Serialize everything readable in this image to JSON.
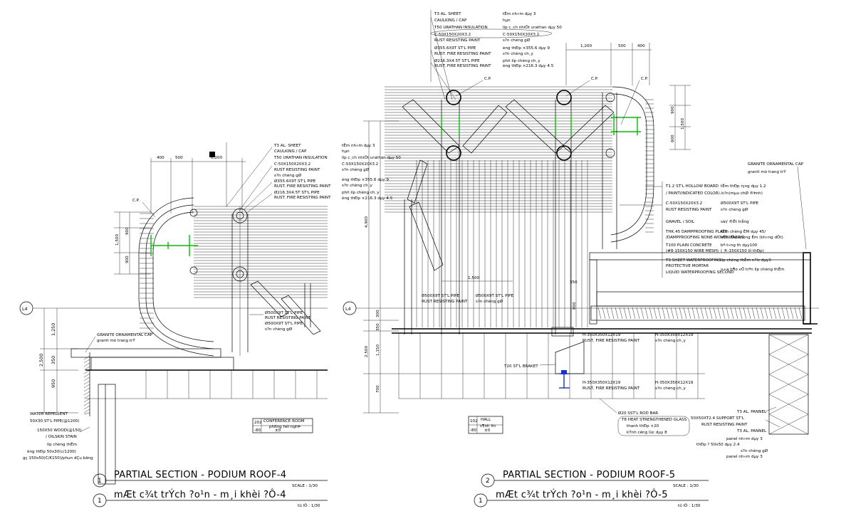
{
  "colors": {
    "line": "#000000",
    "accent_green": "#00c000",
    "accent_blue": "#1a33cc",
    "background": "#ffffff"
  },
  "left": {
    "top_dims": [
      "400",
      "500",
      "1,200"
    ],
    "left_dims": [
      "900",
      "1,500",
      "900"
    ],
    "vert_dims": [
      "1,250",
      "2,500",
      "350",
      "950"
    ],
    "grid_tag": "L4",
    "callout_labels": [
      "C.P."
    ],
    "notes_right": [
      "T3 AL. SHEET",
      "CAULKING / CAP",
      "T50 URATHAN INSULATION",
      "C-50X150X20X3.2",
      "RUST RESISTING PAINT",
      "s?n chèng gØ",
      "Ø355.6X9T ST'L PIPE",
      "RUST. FIRE RESISTING PAINT",
      "Ø216.3X4.5T ST'L PIPE",
      "RUST. FIRE RESISTING PAINT"
    ],
    "pipe_notes": [
      "Ø500X9T ST'L PIPE",
      "RUST RESISTING PAINT",
      "Ø500X9T ST'L PIPE",
      "s?n chèng gØ"
    ],
    "granite_notes": [
      "GRANITE ORNAMENTAL CAP",
      "granit mò trang trÝ"
    ],
    "bottom_notes": [
      "WATER REPELLENT",
      "50X30 ST'L PIPE(@1200)",
      "150X50 WOOD(@150)",
      "/ OILSKIN STAIN",
      "líp chèng thÊm",
      "èng thÐp 50x30(c/1200)",
      "gç 150x50(C/K150)/phun dÇu bãng"
    ],
    "room_tag": {
      "no": "202",
      "name": "CONFERENCE ROOM",
      "vn": "phßng héi nghÞ",
      "level": "-80",
      "val": "±0"
    }
  },
  "right": {
    "top_dims": [
      "1,200",
      "500",
      "400"
    ],
    "right_dims": [
      "900",
      "1,500",
      "600"
    ],
    "vert_dims": [
      "4,900",
      "350",
      "300",
      "2,500",
      "1,150",
      "700",
      "800",
      "350",
      "1,500"
    ],
    "grid_tag": "L4",
    "callout_labels": [
      "C.P.",
      "C.P.",
      "C.P."
    ],
    "top_notes": [
      "T3 AL. SHEET",
      "CAULKING / CAP",
      "T50 URATHAN INSULATION",
      "C-50X150X20X3.2",
      "RUST RESISTING PAINT",
      "Ø355.6X9T ST'L PIPE",
      "RUST. FIRE RESISTING PAINT",
      "Ø216.3X4.5T ST'L PIPE",
      "RUST. FIRE RESISTING PAINT"
    ],
    "top_notes_vn": [
      "tÊm nh«m dµy 3",
      "hµn",
      "líp c¸ch nhiÖt urathan dµy 50",
      "C-50X150X20X3.2",
      "s?n chèng gØ",
      "èng thÐp ×355.6 dµy 9",
      "s?n chèng ch¸y",
      "phñ líp chèng ch¸y",
      "èng thÐp ×216.3 dµy 4.5"
    ],
    "middle_notes_vn": [
      "tÊm nh«m dµy 3",
      "hµn",
      "líp c¸ch nhiÖt urathan dµy 50",
      "C-50X150X20X3.2",
      "s?n chèng gØ",
      "èng thÐp ×355.6 dµy 9",
      "s?n chèng ch¸y",
      "phñ líp chèng ch¸y",
      "èng thÐp ×216.3 dµy 4.5"
    ],
    "side_notes": [
      "GRANITE ORNAMENTAL CAP",
      "granit mò trang trÝ",
      "T1.2 ST'L HOLLOW BOARD",
      "/ PAINT(INDICATED COLOR)",
      "C-50X150X20X3.2",
      "RUST RESISTING PAINT",
      "GRAVEL / SOIL",
      "THK.45 DAMPPROOFING PLATE",
      "/DAMPPROOFING NONE-WOVEN FABRIC",
      "T100 PLAIN CONCRETE",
      "(#8-150X150 WIRE MESH)",
      "T3 SHEET WATERPROOFING",
      "PROTECTIVE MORTAR",
      "LIQUID WATERPROOFING SECOND"
    ],
    "side_notes_vn": [
      "tÊm thÐp rçng dµy 1.2",
      "/s?n(mµu chØ ®Þnh)",
      "Ø500X9T ST'L PIPE",
      "s?n chèng gØ",
      "sái/ ®Êt trång",
      "tÊm chèng ÈM dµy 45/",
      "vÕt liÖu chèng Èm (kh«ng dÖt)",
      "bª-t«ng th dµy100",
      "( ®-150X150 líi thÐp)",
      "líp chèng thÊm n?íc dµy3",
      "v÷a b¶o vÖ trªn líp chèng thÊm"
    ],
    "pipe_notes": [
      "Ø500X9T ST'L PIPE",
      "RUST RESISTING PAINT",
      "Ø500X9T ST'L PIPE",
      "s?n chèng gØ"
    ],
    "beam_notes": [
      "H-350X350X12X19",
      "RUST, FIRE RESISTING PAINT",
      "H-350X350X12X19",
      "s?n chèng ch¸y",
      "T20 ST'L BRAKET",
      "H-350X350X12X19",
      "RUST, FIRE RESISTING PAINT",
      "H-350X350X12X19",
      "s?n chèng ch¸y"
    ],
    "bottom_notes": [
      "Ø20 SST'L ROD BAR",
      "T8 HEAT STRENGTHENED GLASS",
      "thanh thÐp ×20",
      "kÝnh cêng lùc dµy 8"
    ],
    "support_notes": [
      "T3 AL. PANNEL",
      "50X50XT2.4 SUPPORT ST'L",
      "RUST RESISTING PAINT",
      "T3 AL. PANNEL",
      "panel nh«m dµy 3",
      "thÐp ? 50x50 dµy 2.4",
      "s?n chèng gØ",
      "panel nh«m dµy 3"
    ],
    "room_tag": {
      "no": "102",
      "name": "HALL",
      "vn": "s¶nh lín",
      "level": "-80",
      "val": "±0"
    }
  },
  "titles": [
    {
      "num": "1",
      "text": "PARTIAL SECTION  -  PODIUM ROOF-4",
      "scale": "SCALE : 1/30"
    },
    {
      "num": "1",
      "text": "mÆt c¾t trÝch ?o¹n  -  m¸i khèi ?Ô-4",
      "scale": "tû lÖ : 1/30"
    },
    {
      "num": "2",
      "text": "PARTIAL SECTION  -  PODIUM ROOF-5",
      "scale": "SCALE : 1/30"
    },
    {
      "num": "1",
      "text": "mÆt c¾t trÝch ?o¹n  -  m¸i khèi ?Ô-5",
      "scale": "tû lÖ : 1/30"
    }
  ]
}
